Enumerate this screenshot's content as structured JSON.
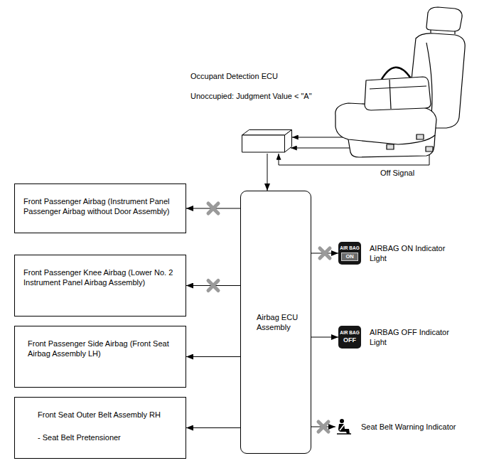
{
  "diagram": {
    "nodes": [
      {
        "text": [
          "Occupant Detection ECU",
          "Unoccupied: Judgment Value < \"A\""
        ]
      },
      {
        "text": [
          "Front Passenger Airbag (Instrument Panel Passenger Airbag without Door Assembly)"
        ]
      },
      {
        "text": [
          "Front Passenger Knee Airbag (Lower No. 2 Instrument Panel Airbag Assembly)"
        ]
      },
      {
        "text": [
          "Front Passenger Side Airbag (Front Seat Airbag Assembly LH)"
        ]
      },
      {
        "text": [
          "Front Seat Outer Belt Assembly RH",
          "- Seat Belt Pretensioner"
        ]
      },
      {
        "text": [
          "Airbag ECU Assembly"
        ]
      },
      {
        "text": [
          "AIR BAG",
          "ON",
          "AIRBAG ON Indicator Light"
        ]
      },
      {
        "text": [
          "AIR BAG",
          "OFF",
          "AIRBAG OFF Indicator Light"
        ]
      },
      {
        "text": [
          "Seat Belt Warning Indicator"
        ]
      }
    ],
    "edges": [
      {
        "from": 0,
        "to": 5,
        "arrow": "to"
      },
      {
        "from": 5,
        "to": 1,
        "arrow": "to"
      },
      {
        "from": 5,
        "to": 2,
        "arrow": "to"
      },
      {
        "from": 5,
        "to": 3,
        "arrow": "to"
      },
      {
        "from": 5,
        "to": 4,
        "arrow": "to"
      },
      {
        "from": 5,
        "to": 6,
        "arrow": "to"
      },
      {
        "from": 5,
        "to": 7,
        "arrow": "to"
      },
      {
        "from": 5,
        "to": 8,
        "arrow": "to"
      }
    ],
    "labels": [
      "Off Signal"
    ]
  }
}
